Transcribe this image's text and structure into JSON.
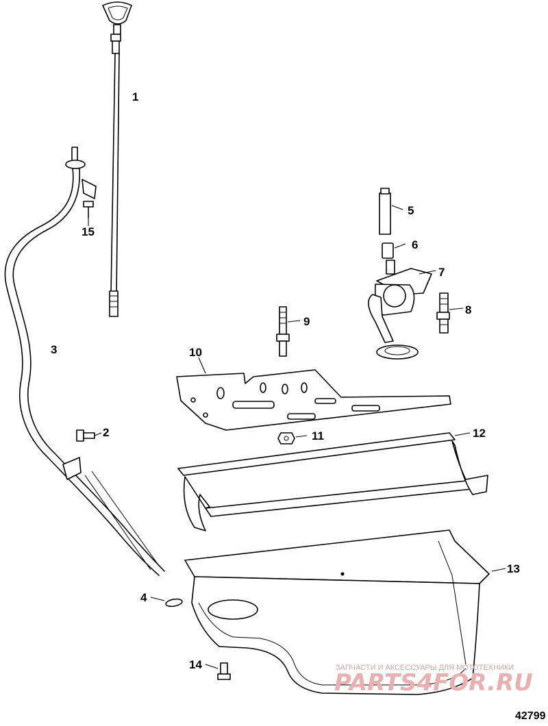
{
  "figure_number": "42799",
  "callouts": [
    "1",
    "2",
    "3",
    "4",
    "5",
    "6",
    "7",
    "8",
    "9",
    "10",
    "11",
    "12",
    "13",
    "14",
    "15"
  ],
  "watermark": {
    "tagline": "ЗАПЧАСТИ И АКСЕССУАРЫ ДЛЯ МОТОТЕХНИКИ",
    "logo": "PARTS4FOR.RU"
  }
}
